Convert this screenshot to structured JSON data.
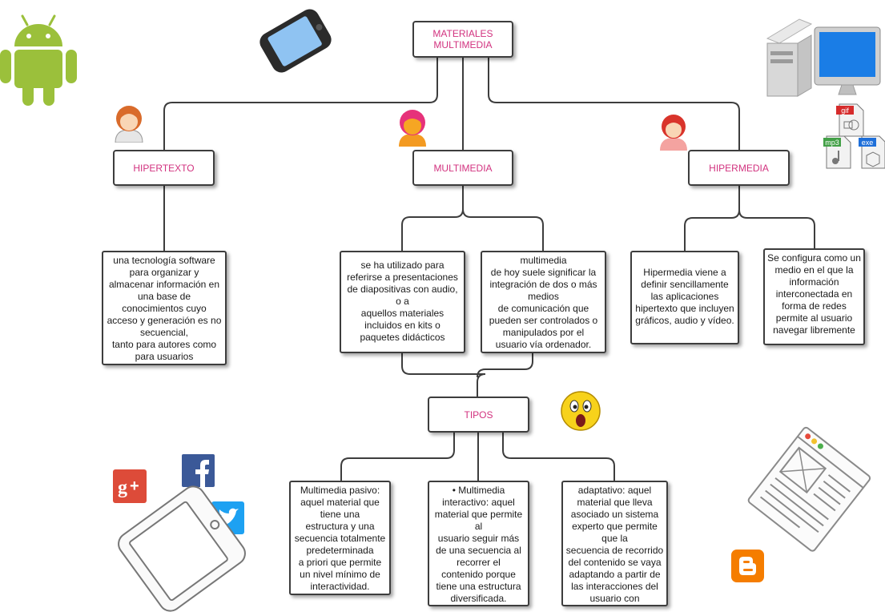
{
  "concept_map": {
    "root": "MATERIALES\nMULTIMEDIA",
    "branches": {
      "hipertexto": {
        "title": "HIPERTEXTO",
        "description": "una tecnología software\npara organizar y\nalmacenar información en\nuna base de\nconocimientos cuyo\nacceso y generación es no\nsecuencial,\ntanto para autores como\npara usuarios"
      },
      "multimedia": {
        "title": "MULTIMEDIA",
        "description_1": "se ha utilizado para\nreferirse a presentaciones\nde diapositivas con audio,\no a\naquellos materiales\nincluidos en kits o\npaquetes didácticos",
        "description_2": "multimedia\nde hoy suele significar la\nintegración de dos o más\nmedios\nde comunicación que\npueden ser controlados o\nmanipulados por el\nusuario vía ordenador."
      },
      "hipermedia": {
        "title": "HIPERMEDIA",
        "description_1": "Hipermedia viene a\ndefinir sencillamente\nlas aplicaciones\nhipertexto que incluyen\ngráficos, audio y vídeo.",
        "description_2": "Se configura como un\nmedio en el que la\ninformación\ninterconectada en\nforma de redes\npermite al usuario\nnavegar libremente"
      }
    },
    "tipos": {
      "title": "TIPOS",
      "pasivo": "Multimedia pasivo:\naquel material que\ntiene una\nestructura y una\nsecuencia totalmente\npredeterminada\na priori que permite\nun nivel mínimo de\ninteractividad.",
      "interactivo": "• Multimedia\ninteractivo: aquel\nmaterial que permite\nal\nusuario seguir más\nde una secuencia al\nrecorrer el\ncontenido porque\ntiene una estructura\ndiversificada.",
      "adaptativo": "adaptativo: aquel\nmaterial que lleva\nasociado un sistema\nexperto que permite\nque la\nsecuencia de recorrido\ndel contenido se vaya\nadaptando a partir de\nlas interacciones del\nusuario con"
    }
  },
  "file_badges": [
    "gif",
    "mp3",
    "exe"
  ],
  "decorations": [
    "android-icon",
    "smartphone-icon",
    "desktop-computer-icon",
    "person-icon",
    "surprised-emoji-icon",
    "google-plus-icon",
    "facebook-icon",
    "twitter-icon",
    "tablet-icon",
    "blogger-icon",
    "document-page-icon"
  ],
  "colors": {
    "node_text": "#d2327f",
    "border": "#3d3d3d",
    "android": "#9bc03b",
    "facebook": "#3b5998",
    "twitter": "#1da1f2",
    "google_plus": "#dd4b39",
    "blogger": "#f57d00"
  }
}
